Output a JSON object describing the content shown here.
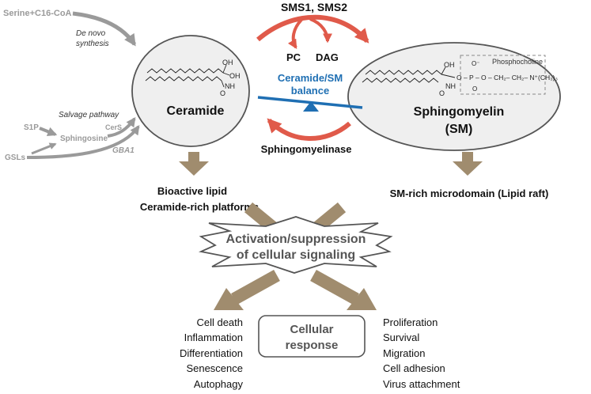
{
  "pathways": {
    "serine_c16coa": "Serine+C16-CoA",
    "de_novo_line1": "De novo",
    "de_novo_line2": "synthesis",
    "salvage": "Salvage pathway",
    "s1p": "S1P",
    "sphingosine": "Sphingosine",
    "cers": "CerS",
    "gsls": "GSLs",
    "gba1": "GBA1"
  },
  "enzymes": {
    "synthases": "SMS1, SMS2",
    "pc": "PC",
    "dag": "DAG",
    "sphingomyelinase": "Sphingomyelinase"
  },
  "balance": {
    "line1": "Ceramide/SM",
    "line2": "balance"
  },
  "ceramide": {
    "label": "Ceramide",
    "oh": "OH",
    "nh": "NH",
    "o": "O"
  },
  "sphingomyelin": {
    "line1": "Sphingomyelin",
    "line2": "(SM)",
    "headgroup_label": "Phosphocholine",
    "oh": "OH",
    "nh": "NH",
    "o": "O"
  },
  "outputs": {
    "bioactive_line1": "Bioactive lipid",
    "bioactive_line2": "Ceramide-rich platforms",
    "raft": "SM-rich microdomain (Lipid raft)"
  },
  "signaling": {
    "line1": "Activation/suppression",
    "line2": "of cellular signaling"
  },
  "response": {
    "line1": "Cellular",
    "line2": "response"
  },
  "left_responses": [
    "Cell death",
    "Inflammation",
    "Differentiation",
    "Senescence",
    "Autophagy"
  ],
  "right_responses": [
    "Proliferation",
    "Survival",
    "Migration",
    "Cell adhesion",
    "Virus attachment"
  ],
  "colors": {
    "red_arrow": "#e05a4a",
    "tan_arrow": "#a08c6e",
    "gray_arrow": "#9a9a9a",
    "balance_blue": "#1f6fb3",
    "ellipse_fill": "#efefef",
    "ellipse_stroke": "#555555"
  }
}
